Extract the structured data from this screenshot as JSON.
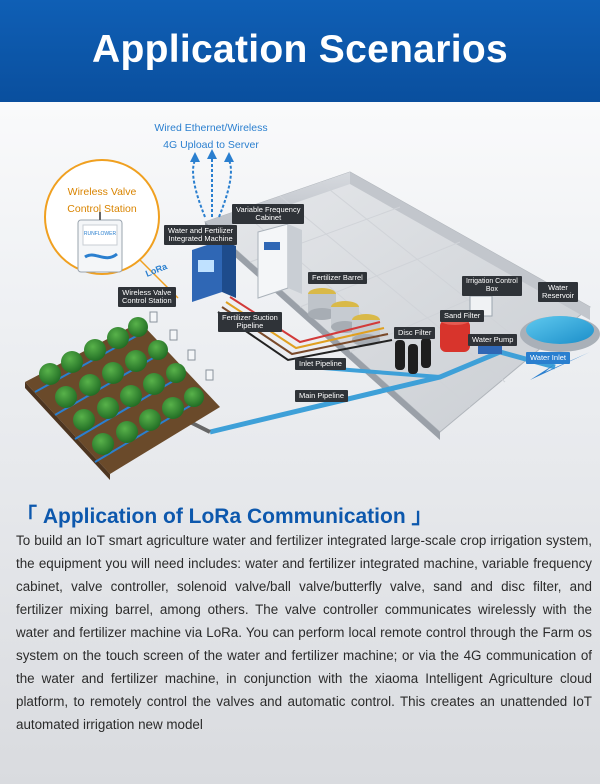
{
  "header": {
    "title": "Application Scenarios"
  },
  "diagram": {
    "upload_label_line1": "Wired Ethernet/Wireless",
    "upload_label_line2": "4G Upload to Server",
    "bubble_label_line1": "Wireless Valve",
    "bubble_label_line2": "Control Station",
    "lora": "LoRa",
    "device_brand": "RUNFLOWER",
    "labels": {
      "water_fertilizer_line1": "Water and Fertilizer",
      "water_fertilizer_line2": "Integrated Machine",
      "vfc_line1": "Variable Frequency",
      "vfc_line2": "Cabinet",
      "wvcs_line1": "Wireless Valve",
      "wvcs_line2": "Control Station",
      "fertilizer_barrel": "Fertilizer Barrel",
      "fertilizer_suction_line1": "Fertilizer Suction",
      "fertilizer_suction_line2": "Pipeline",
      "inlet_pipeline": "Inlet Pipeline",
      "main_pipeline": "Main Pipeline",
      "disc_filter": "Disc Filter",
      "sand_filter": "Sand Filter",
      "irrigation_control_line1": "Irrigation Control",
      "irrigation_control_line2": "Box",
      "water_pump": "Water Pump",
      "water_reservoir_line1": "Water",
      "water_reservoir_line2": "Reservoir",
      "water_inlet": "Water Inlet"
    }
  },
  "section": {
    "title": "「 Application of LoRa Communication 」",
    "body": "To build an IoT smart agriculture water and fertilizer integrated large-scale crop irrigation system, the equipment you will need includes: water and fertilizer integrated machine, variable frequency cabinet, valve controller, solenoid valve/ball valve/butterfly valve, sand and disc filter, and fertilizer mixing barrel, among others. The valve controller communicates wirelessly with the water and fertilizer machine via LoRa. You can perform local remote control through the Farm os system on the touch screen of the water and fertilizer machine; or via the 4G communication of the water and fertilizer machine, in conjunction with the xiaoma Intelligent Agriculture cloud platform, to remotely control the valves and automatic control. This creates an unattended IoT automated irrigation new model"
  },
  "colors": {
    "header_bg": "#0a4f9e",
    "title_blue": "#0d58ad",
    "accent_blue": "#2a7fcf",
    "bubble_orange": "#f0a020"
  }
}
